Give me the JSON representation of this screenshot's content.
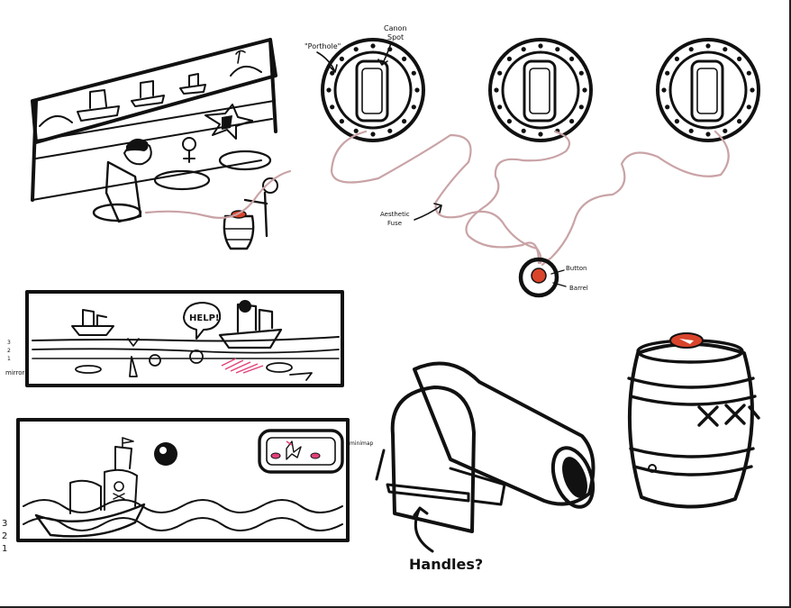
{
  "labels": {
    "porthole": "\"Porthole\"",
    "cannon_spot_line1": "Canon",
    "cannon_spot_line2": "Spot",
    "fuse_line1": "Aesthetic",
    "fuse_line2": "Fuse",
    "button": "Button",
    "barrel": "Barrel",
    "help": "HELP!",
    "minimap": "minimap",
    "handles": "Handles?",
    "mirror": "mirror"
  },
  "countdown": {
    "panel2": [
      "3",
      "2",
      "1"
    ],
    "panel3": [
      "3",
      "2",
      "1"
    ]
  },
  "colors": {
    "ink": "#111111",
    "fuse": "#c9a3a6",
    "button_red": "#d9442b",
    "splash_pink": "#e0407a",
    "paper": "#ffffff"
  }
}
